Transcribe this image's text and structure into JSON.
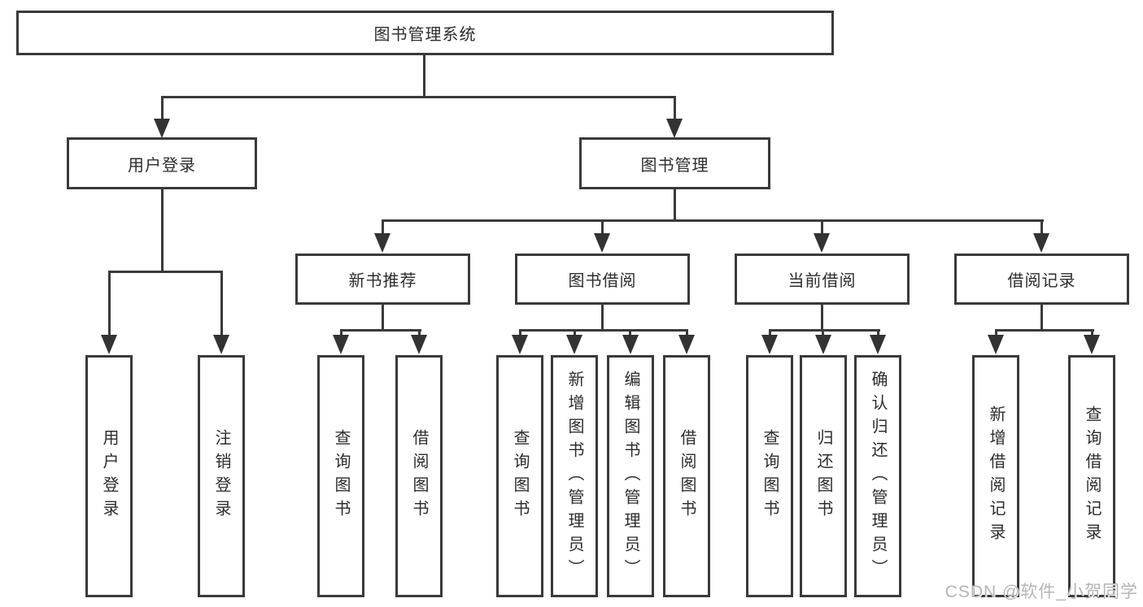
{
  "title": {
    "label": "图书管理系统"
  },
  "level2": {
    "user_login": {
      "label": "用户登录"
    },
    "book_mgmt": {
      "label": "图书管理"
    }
  },
  "level3": {
    "new_book": {
      "label": "新书推荐"
    },
    "borrow": {
      "label": "图书借阅"
    },
    "current": {
      "label": "当前借阅"
    },
    "records": {
      "label": "借阅记录"
    }
  },
  "leaves": {
    "user_login": [
      "用户登录",
      "注销登录"
    ],
    "new_book": [
      "查询图书",
      "借阅图书"
    ],
    "borrow": [
      "查询图书",
      "新增图书（管理员）",
      "编辑图书（管理员）",
      "借阅图书"
    ],
    "current": [
      "查询图书",
      "归还图书",
      "确认归还（管理员）"
    ],
    "records": [
      "新增借阅记录",
      "查询借阅记录"
    ]
  },
  "watermark": {
    "label": "CSDN @软件_小贺同学"
  },
  "colors": {
    "line": "#3a3a3a",
    "text": "#2d2d2d",
    "background": "#ffffff",
    "watermark": "#b5b5b5"
  }
}
